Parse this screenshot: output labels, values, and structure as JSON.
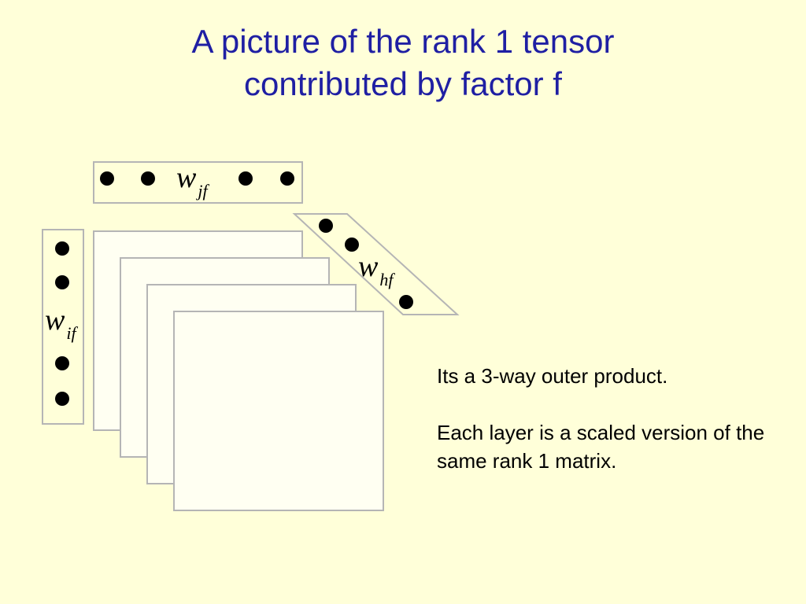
{
  "title": {
    "line1": "A picture of the rank 1 tensor",
    "line2": "contributed by factor f"
  },
  "diagram": {
    "labels": {
      "w_jf": {
        "base": "w",
        "sub": "jf"
      },
      "w_hf": {
        "base": "w",
        "sub": "hf"
      },
      "w_if": {
        "base": "w",
        "sub": "if"
      }
    },
    "layer_count": 4,
    "colors": {
      "box_stroke": "#b5b5b5",
      "layer_fill": "#fffff2",
      "dot": "#000000"
    }
  },
  "notes": {
    "line1": "Its a 3-way outer product.",
    "line2": "Each layer is a scaled version of the same rank 1 matrix."
  }
}
